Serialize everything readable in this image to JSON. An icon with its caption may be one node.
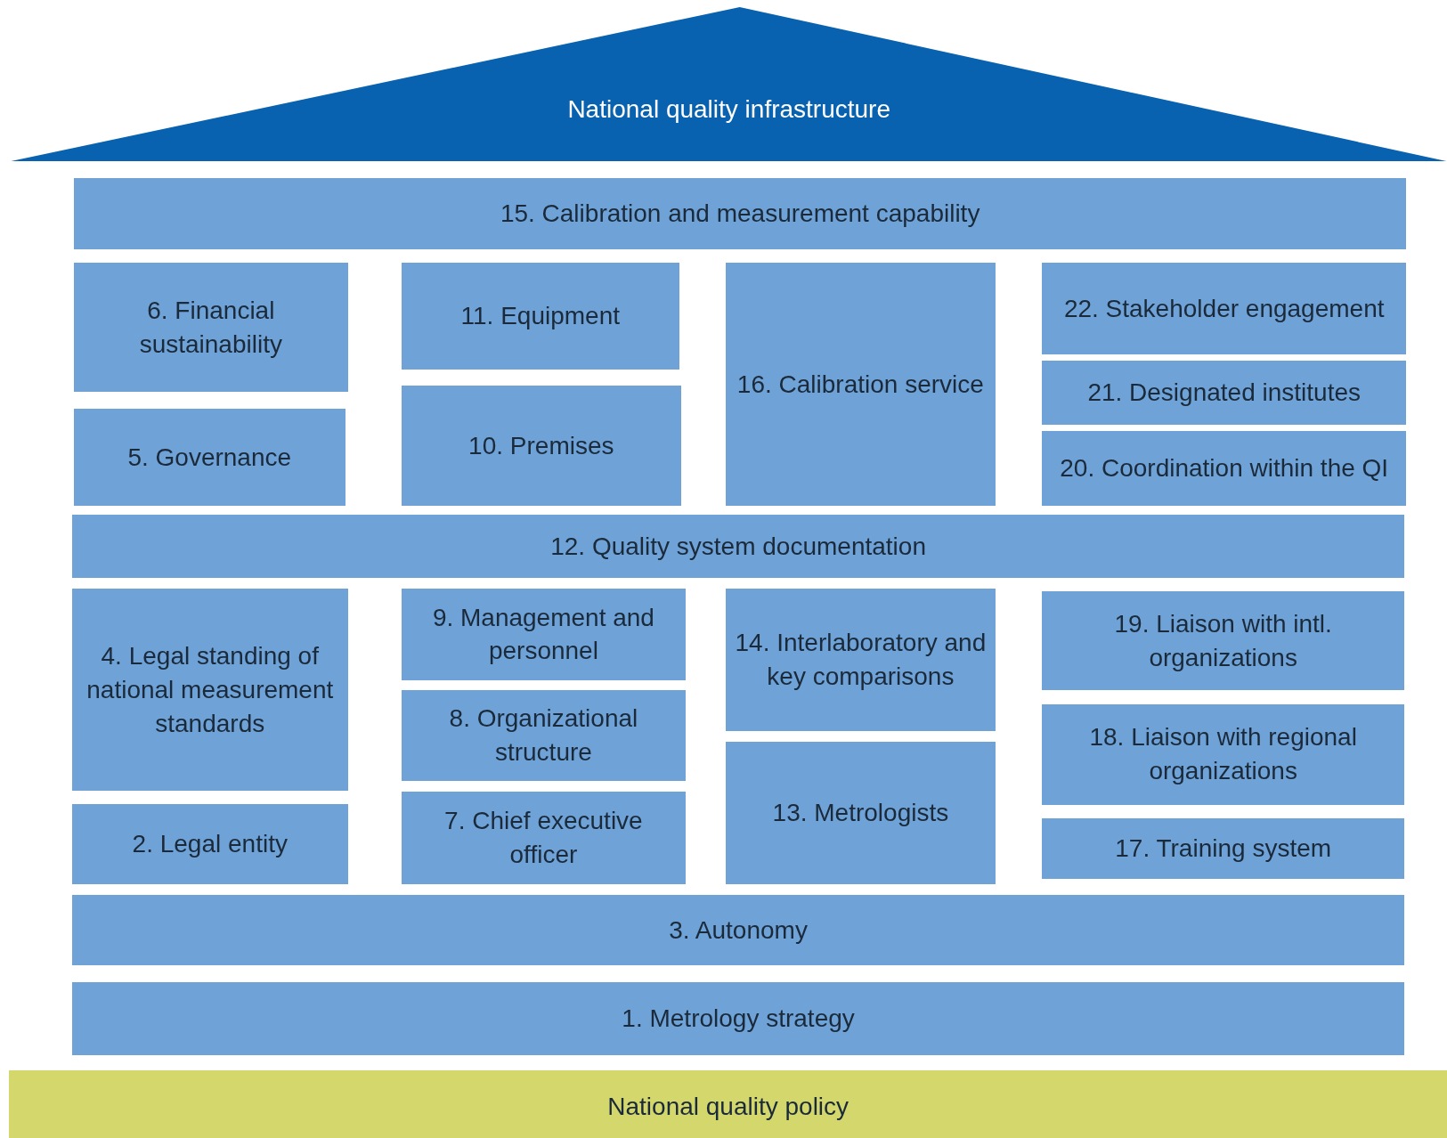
{
  "diagram": {
    "nodes": [
      {
        "text": [
          "National quality infrastructure"
        ]
      },
      {
        "text": [
          "15. Calibration and measurement capability"
        ]
      },
      {
        "text": [
          "6. Financial sustainability"
        ]
      },
      {
        "text": [
          "5. Governance"
        ]
      },
      {
        "text": [
          "11. Equipment"
        ]
      },
      {
        "text": [
          "10. Premises"
        ]
      },
      {
        "text": [
          "16. Calibration service"
        ]
      },
      {
        "text": [
          "22. Stakeholder engagement"
        ]
      },
      {
        "text": [
          "21. Designated institutes"
        ]
      },
      {
        "text": [
          "20. Coordination within the QI"
        ]
      },
      {
        "text": [
          "12. Quality system documentation"
        ]
      },
      {
        "text": [
          "4. Legal standing of national measurement standards"
        ]
      },
      {
        "text": [
          "2. Legal entity"
        ]
      },
      {
        "text": [
          "9. Management and personnel"
        ]
      },
      {
        "text": [
          "8. Organizational structure"
        ]
      },
      {
        "text": [
          "7. Chief executive officer"
        ]
      },
      {
        "text": [
          "14. Interlaboratory and key comparisons"
        ]
      },
      {
        "text": [
          "13. Metrologists"
        ]
      },
      {
        "text": [
          "19. Liaison with intl. organizations"
        ]
      },
      {
        "text": [
          "18. Liaison with regional organizations"
        ]
      },
      {
        "text": [
          "17. Training system"
        ]
      },
      {
        "text": [
          "3. Autonomy"
        ]
      },
      {
        "text": [
          "1. Metrology strategy"
        ]
      },
      {
        "text": [
          "National quality policy"
        ]
      }
    ]
  }
}
